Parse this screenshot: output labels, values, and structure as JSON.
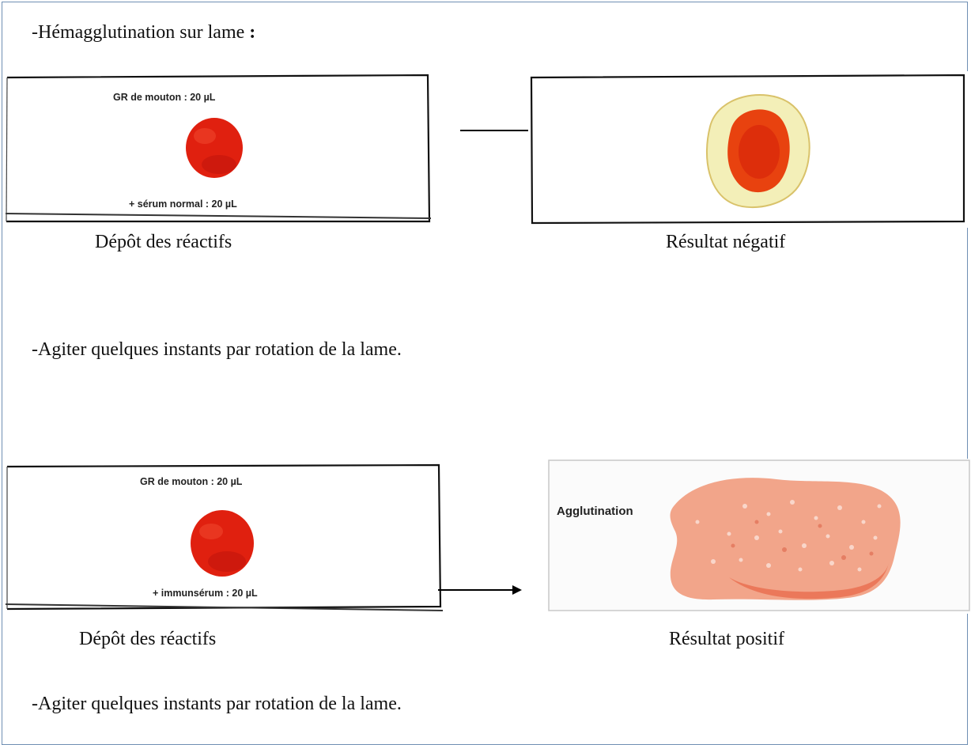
{
  "section_title": "-Hémagglutination sur lame",
  "section_title_suffix": " :",
  "row1": {
    "left_slide": {
      "top_label": "GR    de mouton : 20 µL",
      "bottom_label": "+ sérum normal : 20 µL"
    },
    "left_caption": "Dépôt des réactifs",
    "right_caption": "Résultat négatif"
  },
  "instruction_1": "-Agiter quelques instants par rotation de la lame.",
  "row2": {
    "left_slide": {
      "top_label": "GR    de mouton : 20 µL",
      "bottom_label": "+ immunsérum : 20 µL"
    },
    "right_slide_label": "Agglutination",
    "left_caption": "Dépôt des réactifs",
    "right_caption": "Résultat positif"
  },
  "instruction_2": "-Agiter quelques instants par rotation de la lame.",
  "colors": {
    "frame_border": "#6f8fb3",
    "blood_red": "#e0200f",
    "agglutination_pink": "#f2a58a"
  }
}
